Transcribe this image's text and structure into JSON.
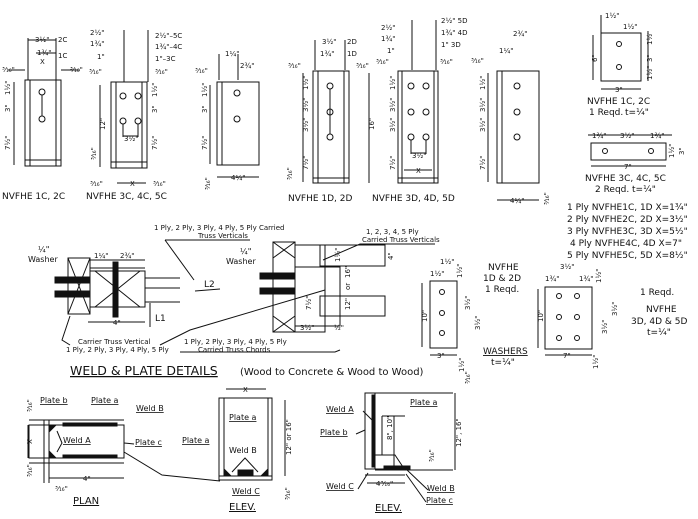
{
  "title": "WELD & PLATE DETAILS",
  "subtitle": "(Wood to Concrete & Wood to Wood)",
  "hangers": {
    "c_single": {
      "label": "NVFHE 1C, 2C",
      "dims": {
        "top_2c": "3½\"",
        "top_2c_tag": "2C",
        "top_1c": "1¾\"",
        "top_1c_tag": "1C",
        "x": "X",
        "edge_l": "³⁄₁₆\"",
        "edge_r": "³⁄₁₆\"",
        "d1": "1½\"",
        "d2": "3\"",
        "d3": "7½\""
      }
    },
    "c_multi": {
      "label": "NVFHE 3C, 4C, 5C",
      "dims": {
        "l1": "2½\"",
        "l2": "1¾\"",
        "l3": "1\"",
        "r1": "2½\"–5C",
        "r2": "1¾\"–4C",
        "r3": "1\"–3C",
        "edge_l": "³⁄₁₆\"",
        "edge_r": "³⁄₁₆\"",
        "h": "12\"",
        "bot": "³⁄₁₆\"",
        "d1": "1½\"",
        "d2": "3\"",
        "d3": "7½\"",
        "sp": "3½\"",
        "x": "X"
      }
    },
    "c_side": {
      "dims": {
        "a": "1¼\"",
        "b": "2¾\"",
        "edge": "³⁄₁₆\"",
        "d1": "1½\"",
        "d2": "3\"",
        "d3": "7½\"",
        "w": "4¼\"",
        "bot": "³⁄₁₆\""
      }
    },
    "d_single": {
      "label": "NVFHE 1D, 2D",
      "dims": {
        "top_2d": "3½\"",
        "tag_2d": "2D",
        "top_1d": "1¾\"",
        "tag_1d": "1D",
        "edge_l": "³⁄₁₆\"",
        "edge_r": "³⁄₁₆\"",
        "d1": "1½\"",
        "d2": "3½\"",
        "d3": "3½\"",
        "d4": "7½\"",
        "bot": "³⁄₁₆\""
      }
    },
    "d_multi": {
      "label": "NVFHE 3D, 4D, 5D",
      "dims": {
        "l1": "2½\"",
        "l2": "1¾\"",
        "l3": "1\"",
        "r1": "2½\"  5D",
        "r2": "1¾\"  4D",
        "r3": "1\"  3D",
        "edge_l": "³⁄₁₆\"",
        "edge_r": "³⁄₁₆\"",
        "h": "16\"",
        "d1": "1½\"",
        "d2": "3½\"",
        "d3": "3½\"",
        "d4": "7½\"",
        "sp": "3½\"",
        "x": "X"
      }
    },
    "d_side": {
      "dims": {
        "a": "1¼\"",
        "b": "2¾\"",
        "edge": "³⁄₁₆\"",
        "d1": "1½\"",
        "d2": "3½\"",
        "d3": "3½\"",
        "d4": "7½\"",
        "w": "4¼\"",
        "bot": "³⁄₁₆\""
      }
    }
  },
  "washer_plates": {
    "c_single": {
      "label": "NVFHE 1C, 2C",
      "qty": "1 Reqd.",
      "thk": "t=¼\"",
      "w": "3\"",
      "h": "6\"",
      "a": "1½\"",
      "b": "1½\"",
      "d1": "1½\"",
      "d2": "3\"",
      "d3": "1½\""
    },
    "c_multi": {
      "label": "NVFHE 3C, 4C, 5C",
      "qty": "2 Reqd.",
      "thk": "t=¼\"",
      "w": "7\"",
      "h": "3\"",
      "a": "1¾\"",
      "b": "3½\"",
      "c": "1¾\"",
      "d": "1½\""
    },
    "d_single": {
      "label_1": "NVFHE",
      "label_2": "1D & 2D",
      "qty": "1 Reqd.",
      "w": "3\"",
      "h": "10\"",
      "a": "1½\"",
      "b": "1½\"",
      "c": "1½\"",
      "d1": "3½\"",
      "d2": "3½\"",
      "d3": "1½\""
    },
    "d_multi": {
      "qty": "1 Reqd.",
      "label_1": "NVFHE",
      "label_2": "3D, 4D & 5D",
      "thk": "t=¼\"",
      "w": "7\"",
      "h": "10\"",
      "a": "3½\"",
      "b": "1¾\"",
      "c": "1¾\"",
      "d0": "1½\"",
      "d1": "3½\"",
      "d2": "3½\"",
      "d3": "1½\""
    },
    "washers_label": "WASHERS",
    "washers_thk": "t=¼\""
  },
  "ply_table": [
    "1 Ply  NVFHE1C, 1D   X=1¾\"",
    "2 Ply  NVFHE2C, 2D   X=3½\"",
    "3 Ply  NVFHE3C, 3D   X=5½\"",
    "4 Ply  NVFHE4C, 4D   X=7\"",
    "5 Ply  NVFHE5C, 5D   X=8½\""
  ],
  "section": {
    "washer_left": [
      "¼\"",
      "Washer"
    ],
    "washer_right": [
      "¼\"",
      "Washer"
    ],
    "dim_a": "1¼\"",
    "dim_b": "2¾\"",
    "dim_4": "4\"",
    "L1": "L1",
    "L2": "L2",
    "carried_verticals": [
      "1 Ply, 2 Ply, 3 Ply, 4 Ply, 5 Ply Carried",
      "Truss Verticals"
    ],
    "carrier_vertical": [
      "Carrier Truss Vertical",
      "1 Ply, 2 Ply, 3 Ply, 4 Ply, 5 Ply"
    ],
    "carried_chords": [
      "1 Ply, 2 Ply, 3 Ply, 4 Ply, 5 Ply",
      "Carried Truss Chords"
    ],
    "carried_verticals_r": [
      "1, 2, 3, 4, 5 Ply",
      "Carried Truss Verticals"
    ],
    "r_dims": {
      "a": "1½\"",
      "b": "4\"",
      "c": "16\"",
      "or": "or",
      "d": "12\"",
      "e": "7½\"",
      "f": "3½\"",
      "g": "½\""
    }
  },
  "weld_details": {
    "plan": {
      "label": "PLAN",
      "plate_a": "Plate a",
      "plate_b": "Plate b",
      "plate_c": "Plate c",
      "weld_a": "Weld A",
      "weld_b": "Weld B",
      "x": "X",
      "dim_4": "4\"",
      "e1": "³⁄₁₆\"",
      "e2": "³⁄₁₆\"",
      "e3": "³⁄₁₆\""
    },
    "elev1": {
      "label": "ELEV.",
      "plate_a1": "Plate a",
      "plate_a2": "Plate a",
      "weld_b": "Weld B",
      "weld_c": "Weld C",
      "x": "X",
      "h": "12\" or 16\"",
      "bot": "³⁄₁₆\""
    },
    "elev2": {
      "label": "ELEV.",
      "weld_a": "Weld A",
      "plate_b": "Plate b",
      "plate_a": "Plate a",
      "weld_c": "Weld C",
      "weld_b": "Weld B",
      "plate_c": "Plate c",
      "inner": "8\", 10\"",
      "thk": "³⁄₁₆\"",
      "w": "4³⁄₁₆\"",
      "h": "12\", 16\"",
      "top": "³⁄₁₆\""
    }
  }
}
